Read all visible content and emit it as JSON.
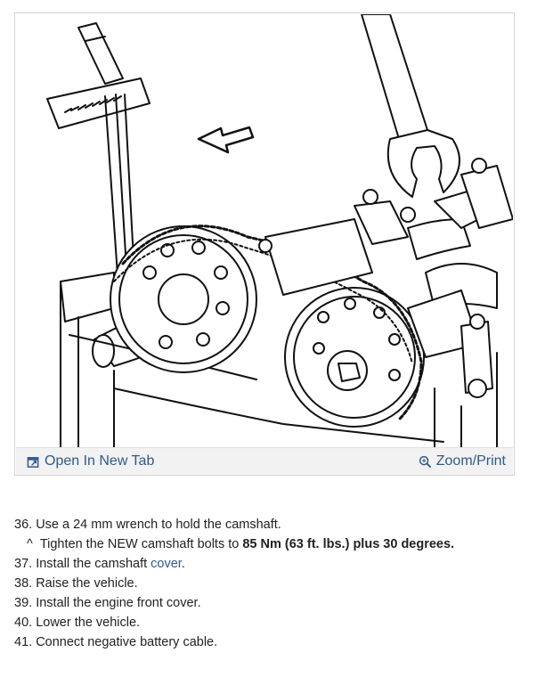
{
  "toolbar": {
    "open_tab_label": "Open In New Tab",
    "zoom_label": "Zoom/Print"
  },
  "steps": [
    {
      "num": "36.",
      "text": "Use a 24 mm wrench to hold the camshaft."
    },
    {
      "caret": "^",
      "pre": "Tighten the NEW camshaft bolts to ",
      "bold": "85 Nm (63 ft. lbs.) plus 30 degrees."
    },
    {
      "num": "37.",
      "pre": "Install the camshaft ",
      "link": "cover",
      "post": "."
    },
    {
      "num": "38.",
      "text": "Raise the vehicle."
    },
    {
      "num": "39.",
      "text": "Install the engine front cover."
    },
    {
      "num": "40.",
      "text": "Lower the vehicle."
    },
    {
      "num": "41.",
      "text": "Connect negative battery cable."
    }
  ]
}
